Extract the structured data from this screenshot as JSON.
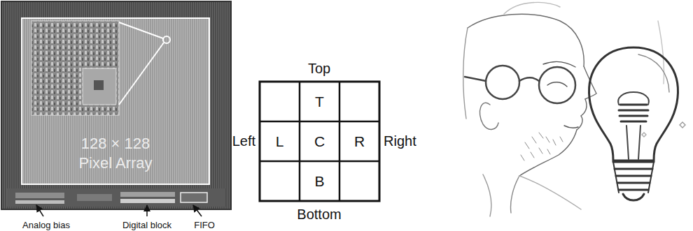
{
  "diagram": {
    "nodes": [
      {
        "text": [
          "128 × 128 Pixel Array"
        ]
      },
      {
        "text": [
          "T"
        ]
      },
      {
        "text": [
          "L"
        ]
      },
      {
        "text": [
          "C"
        ]
      },
      {
        "text": [
          "R"
        ]
      },
      {
        "text": [
          "B"
        ]
      }
    ],
    "labels": [
      "Analog bias",
      "Digital block",
      "FIFO",
      "Top",
      "Left",
      "Right",
      "Bottom"
    ]
  }
}
